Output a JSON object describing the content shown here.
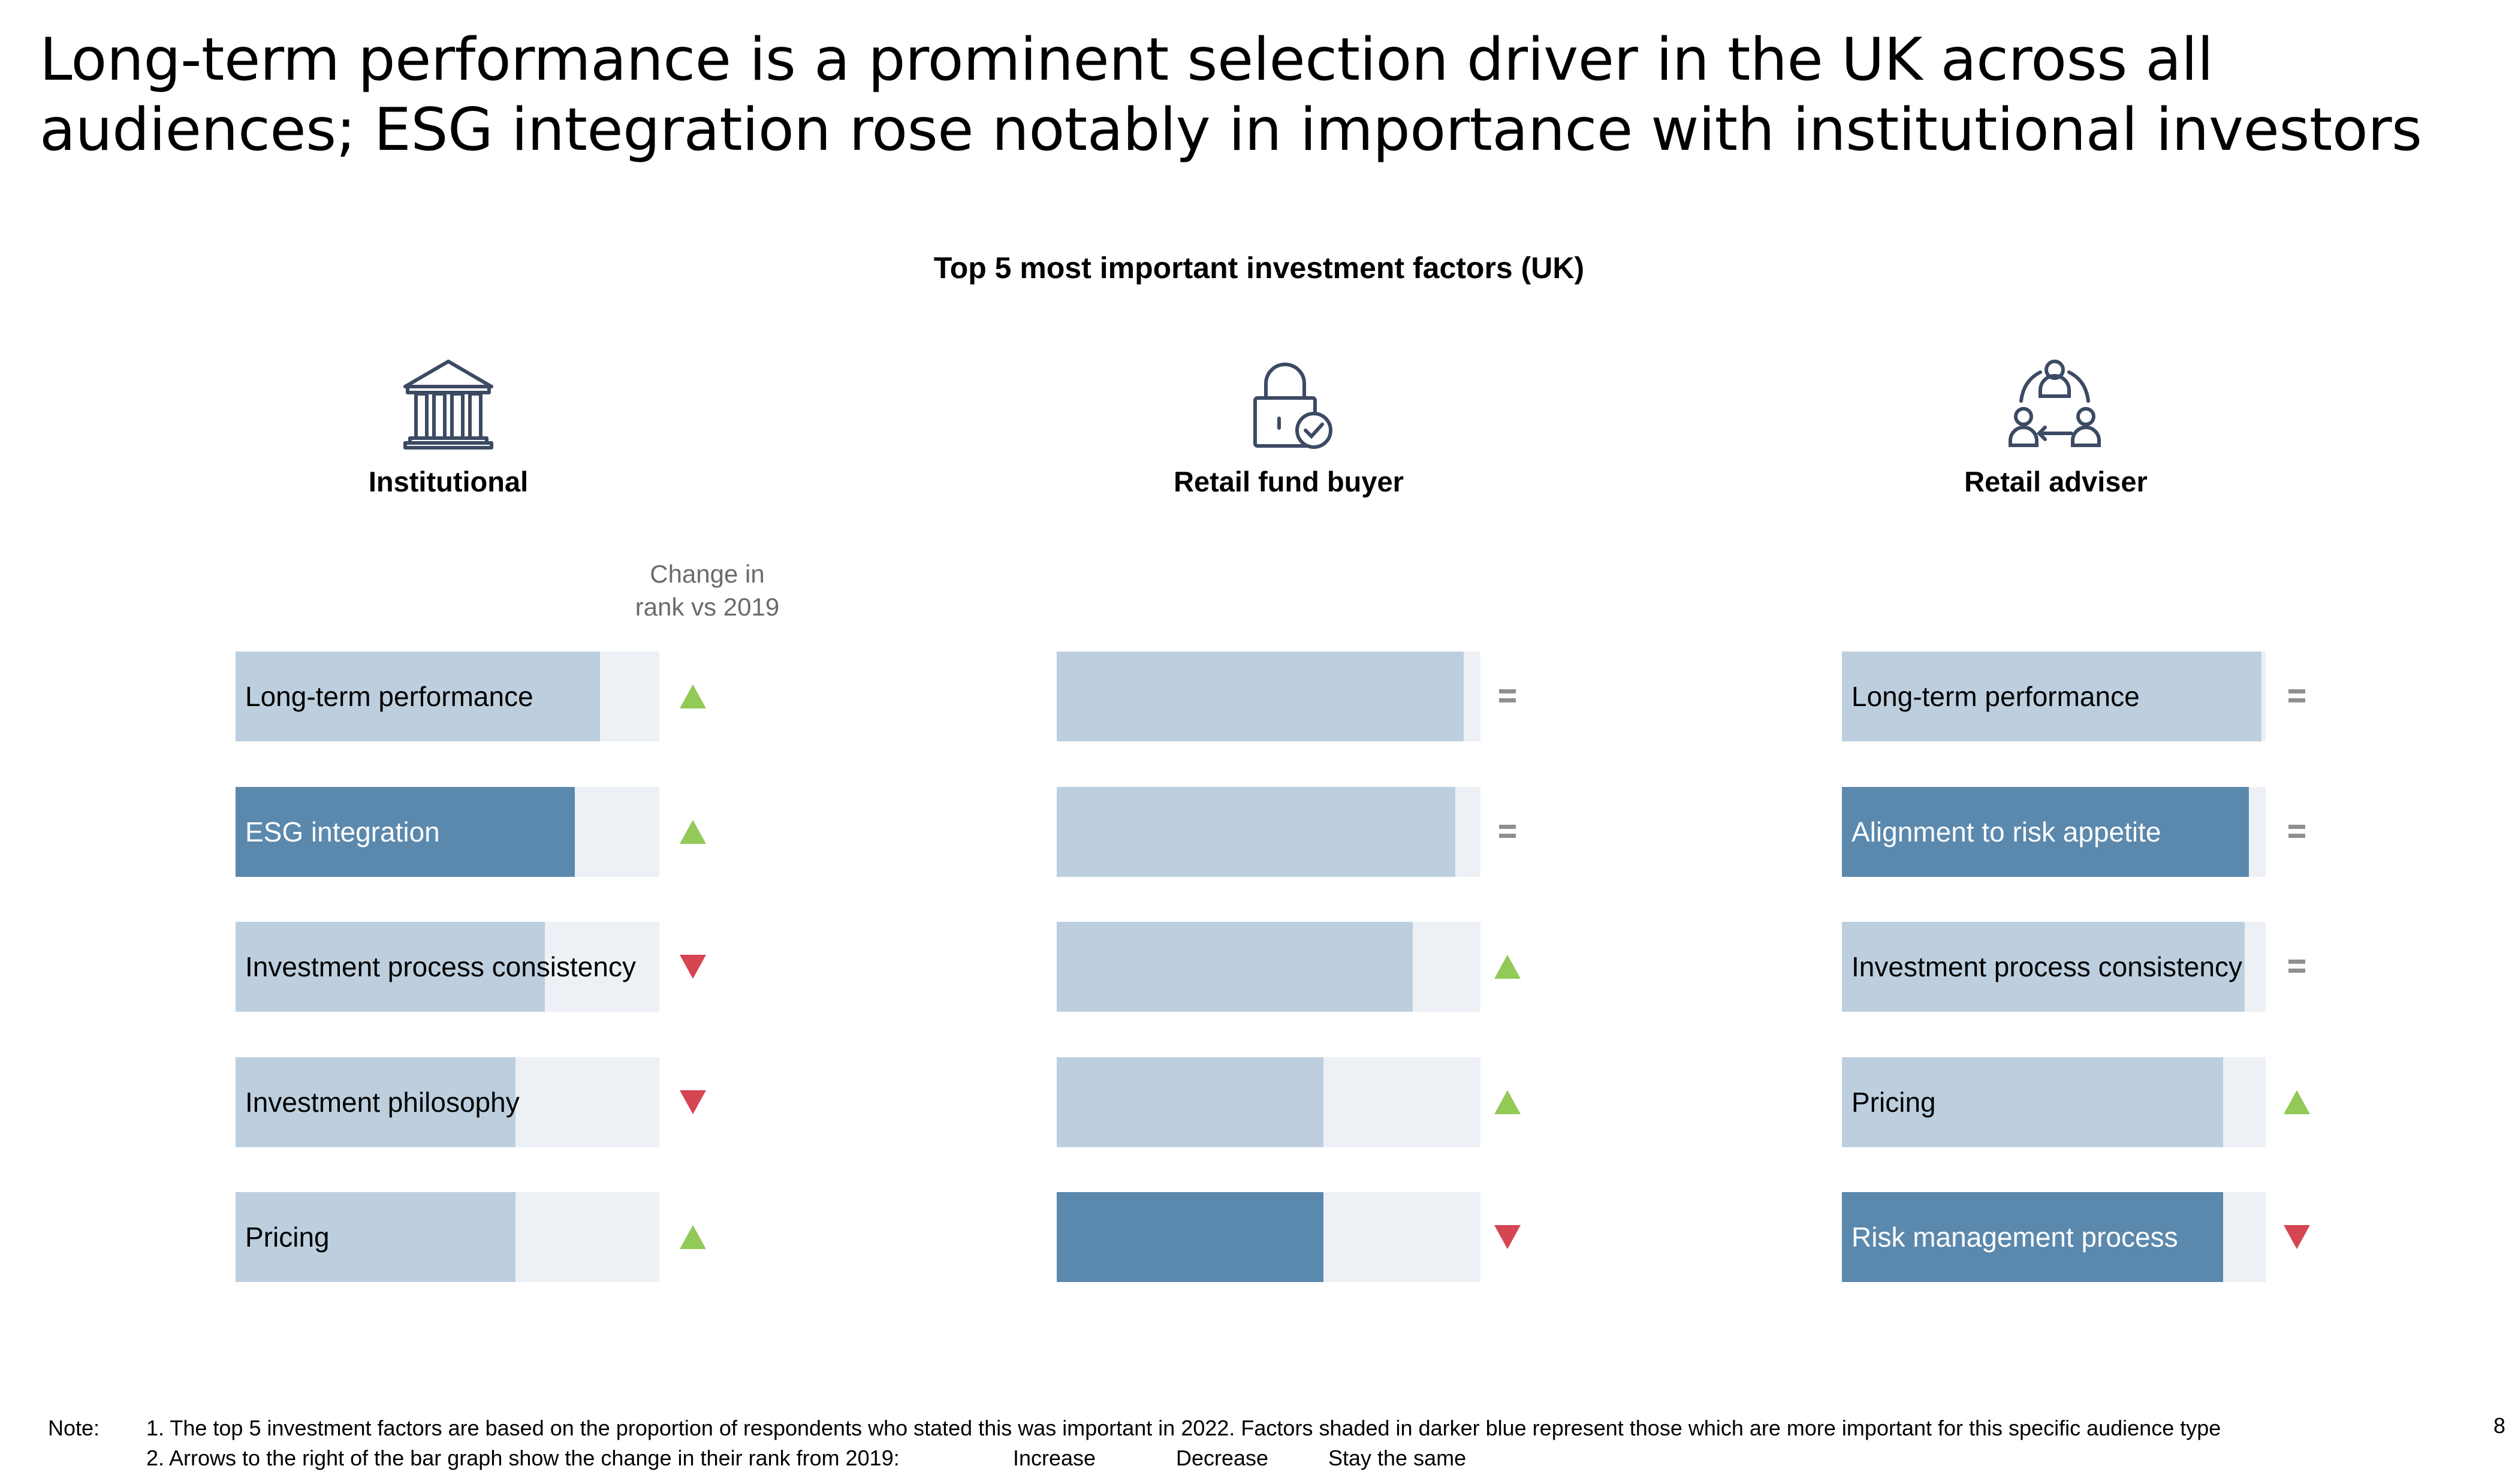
{
  "headline": {
    "line1": "Long-term performance is a prominent selection driver in the UK across all",
    "line2": "audiences; ESG integration rose notably in importance with institutional investors"
  },
  "chart_data": {
    "type": "bar",
    "title": "Top 5 most important investment factors (UK)",
    "change_column_header_line1": "Change in",
    "change_column_header_line2": "rank vs 2019",
    "value_unit": "approximate share of respondents rating the factor important (estimated from bar length; scale not printed)",
    "colors": {
      "track": "#edf0f5",
      "standard": "#bdcfdf",
      "more_important_for_audience": "#5b88ad",
      "increase": "#92c957",
      "decrease": "#d64552",
      "same": "#8f8f8f"
    },
    "audiences": [
      {
        "name": "Institutional",
        "icon": "institution-building-icon",
        "factors": [
          {
            "label": "Long-term performance",
            "value": 0.86,
            "highlight": false,
            "change": "increase"
          },
          {
            "label": "ESG integration",
            "value": 0.8,
            "highlight": true,
            "change": "increase"
          },
          {
            "label": "Investment process consistency",
            "value": 0.73,
            "highlight": false,
            "change": "decrease"
          },
          {
            "label": "Investment philosophy",
            "value": 0.66,
            "highlight": false,
            "change": "decrease"
          },
          {
            "label": "Pricing",
            "value": 0.66,
            "highlight": false,
            "change": "increase"
          }
        ]
      },
      {
        "name": "Retail fund buyer",
        "icon": "padlock-check-icon",
        "factors": [
          {
            "label": "",
            "value": 0.96,
            "highlight": false,
            "change": "same"
          },
          {
            "label": "",
            "value": 0.94,
            "highlight": false,
            "change": "same"
          },
          {
            "label": "",
            "value": 0.84,
            "highlight": false,
            "change": "increase"
          },
          {
            "label": "",
            "value": 0.63,
            "highlight": false,
            "change": "increase"
          },
          {
            "label": "",
            "value": 0.63,
            "highlight": true,
            "change": "decrease"
          }
        ]
      },
      {
        "name": "Retail adviser",
        "icon": "adviser-cycle-icon",
        "factors": [
          {
            "label": "Long-term performance",
            "value": 0.99,
            "highlight": false,
            "change": "same"
          },
          {
            "label": "Alignment to risk appetite",
            "value": 0.96,
            "highlight": true,
            "change": "same"
          },
          {
            "label": "Investment process consistency",
            "value": 0.95,
            "highlight": false,
            "change": "same"
          },
          {
            "label": "Pricing",
            "value": 0.9,
            "highlight": false,
            "change": "increase"
          },
          {
            "label": "Risk management process",
            "value": 0.9,
            "highlight": true,
            "change": "decrease"
          }
        ]
      }
    ]
  },
  "notes": {
    "label": "Note:",
    "line1": "1. The top 5 investment factors are based on the proportion of respondents who stated this was important in 2022. Factors shaded in darker blue represent those which are more important for this specific audience type",
    "line2": "2. Arrows to the right of the bar graph show the change in their rank from 2019:",
    "legend_increase": "Increase",
    "legend_decrease": "Decrease",
    "legend_same": "Stay the same"
  },
  "page_number": "8"
}
